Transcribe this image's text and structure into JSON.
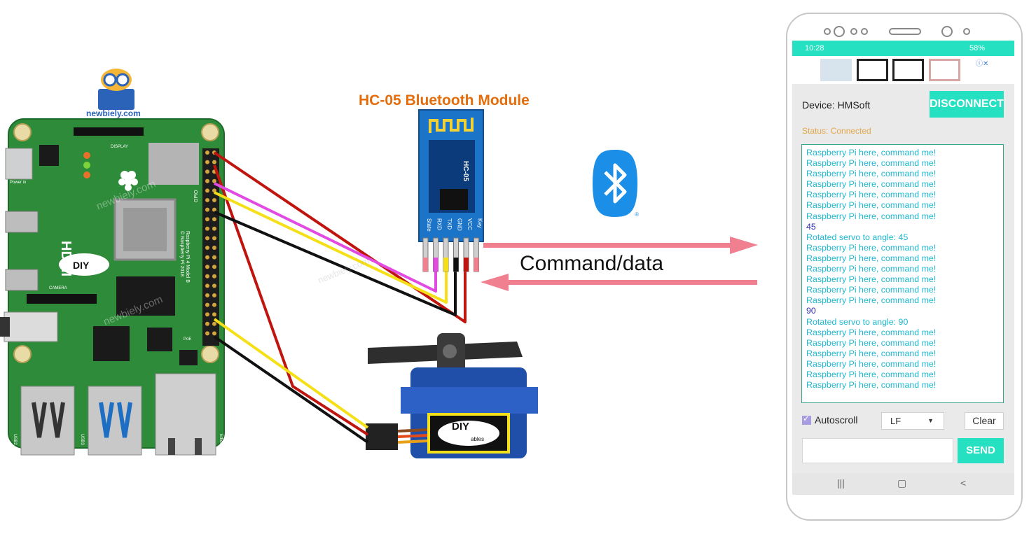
{
  "brand": {
    "site": "newbiely.com",
    "watermark": "newbiely.com"
  },
  "module": {
    "title": "HC-05 Bluetooth Module",
    "chip_label": "HC-05",
    "pins": [
      "State",
      "RXD",
      "TXD",
      "GND",
      "VCC",
      "Key"
    ]
  },
  "link": {
    "label": "Command/data",
    "icon": "bluetooth-icon"
  },
  "board": {
    "labels": [
      "HDMI",
      "DISPLAY",
      "CAMERA",
      "GPIO",
      "Power in",
      "Raspberry Pi 4 Model B",
      "© Raspberry Pi 2018",
      "PoE",
      "Ethernet",
      "USB3",
      "USB2"
    ]
  },
  "servo": {
    "logo_text": "DIY",
    "logo_sub": "ables"
  },
  "phone": {
    "status_bar": {
      "time": "10:28",
      "battery": "58%"
    },
    "device_label": "Device: HMSoft",
    "disconnect_label": "DISCONNECT",
    "status": "Status: Connected",
    "terminal_lines": [
      {
        "text": "Raspberry Pi here, command me!",
        "kind": "rx"
      },
      {
        "text": "Raspberry Pi here, command me!",
        "kind": "rx"
      },
      {
        "text": "Raspberry Pi here, command me!",
        "kind": "rx"
      },
      {
        "text": "Raspberry Pi here, command me!",
        "kind": "rx"
      },
      {
        "text": "Raspberry Pi here, command me!",
        "kind": "rx"
      },
      {
        "text": "Raspberry Pi here, command me!",
        "kind": "rx"
      },
      {
        "text": "Raspberry Pi here, command me!",
        "kind": "rx"
      },
      {
        "text": "45",
        "kind": "tx"
      },
      {
        "text": "Rotated servo to angle: 45",
        "kind": "rx"
      },
      {
        "text": "Raspberry Pi here, command me!",
        "kind": "rx"
      },
      {
        "text": "Raspberry Pi here, command me!",
        "kind": "rx"
      },
      {
        "text": "Raspberry Pi here, command me!",
        "kind": "rx"
      },
      {
        "text": "Raspberry Pi here, command me!",
        "kind": "rx"
      },
      {
        "text": "Raspberry Pi here, command me!",
        "kind": "rx"
      },
      {
        "text": "Raspberry Pi here, command me!",
        "kind": "rx"
      },
      {
        "text": "90",
        "kind": "tx"
      },
      {
        "text": "Rotated servo to angle: 90",
        "kind": "rx"
      },
      {
        "text": "Raspberry Pi here, command me!",
        "kind": "rx"
      },
      {
        "text": "Raspberry Pi here, command me!",
        "kind": "rx"
      },
      {
        "text": "Raspberry Pi here, command me!",
        "kind": "rx"
      },
      {
        "text": "Raspberry Pi here, command me!",
        "kind": "rx"
      },
      {
        "text": "Raspberry Pi here, command me!",
        "kind": "rx"
      },
      {
        "text": "Raspberry Pi here, command me!",
        "kind": "rx"
      }
    ],
    "autoscroll_label": "Autoscroll",
    "autoscroll_checked": true,
    "line_ending": "LF",
    "clear_label": "Clear",
    "send_placeholder": "",
    "send_label": "SEND",
    "nav": [
      "|||",
      "▢",
      "<"
    ]
  },
  "colors": {
    "title_orange": "#e46c0a",
    "accent_teal": "#26e0c2",
    "arrow_pink": "#f07f8f",
    "board_green": "#2e8b3a",
    "module_blue": "#1b74c8",
    "bluetooth_blue": "#1b8ee8"
  }
}
